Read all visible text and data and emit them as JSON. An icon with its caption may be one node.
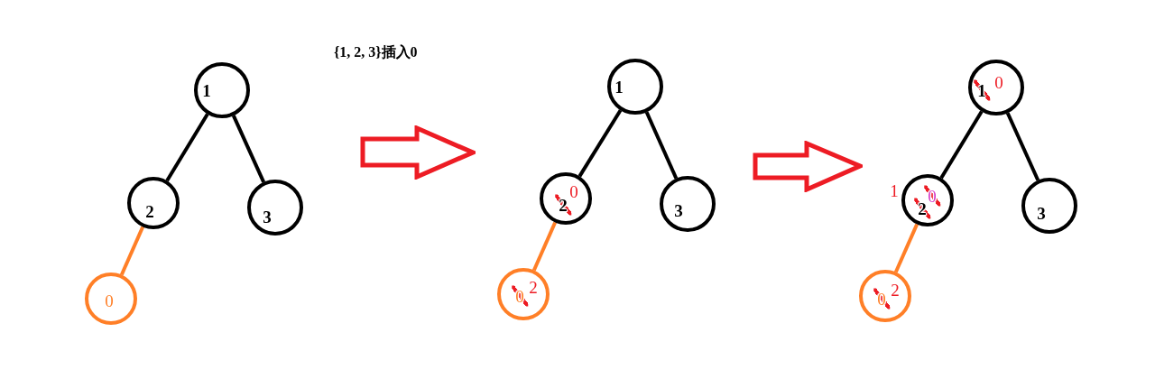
{
  "diagram": {
    "title": "{1, 2, 3}插入0",
    "nodes": [
      {
        "text": [
          "1"
        ]
      },
      {
        "text": [
          "2"
        ]
      },
      {
        "text": [
          "3"
        ]
      },
      {
        "text": [
          "0"
        ]
      },
      {
        "text": [
          "1"
        ]
      },
      {
        "text": [
          "2",
          "0"
        ]
      },
      {
        "text": [
          "3"
        ]
      },
      {
        "text": [
          "0",
          "2"
        ]
      },
      {
        "text": [
          "1",
          "0"
        ]
      },
      {
        "text": [
          "2",
          "0"
        ],
        "beside": [
          "1"
        ]
      },
      {
        "text": [
          "3"
        ]
      },
      {
        "text": [
          "0",
          "2"
        ]
      }
    ],
    "edges": [
      {
        "from": 0,
        "to": 1,
        "arrow": "none"
      },
      {
        "from": 0,
        "to": 2,
        "arrow": "none"
      },
      {
        "from": 1,
        "to": 3,
        "arrow": "none",
        "color": "#ff7f27"
      },
      {
        "from": 4,
        "to": 5,
        "arrow": "none"
      },
      {
        "from": 4,
        "to": 6,
        "arrow": "none"
      },
      {
        "from": 5,
        "to": 7,
        "arrow": "none",
        "color": "#ff7f27"
      },
      {
        "from": 8,
        "to": 9,
        "arrow": "none"
      },
      {
        "from": 8,
        "to": 10,
        "arrow": "none"
      },
      {
        "from": 9,
        "to": 11,
        "arrow": "none",
        "color": "#ff7f27"
      }
    ]
  }
}
